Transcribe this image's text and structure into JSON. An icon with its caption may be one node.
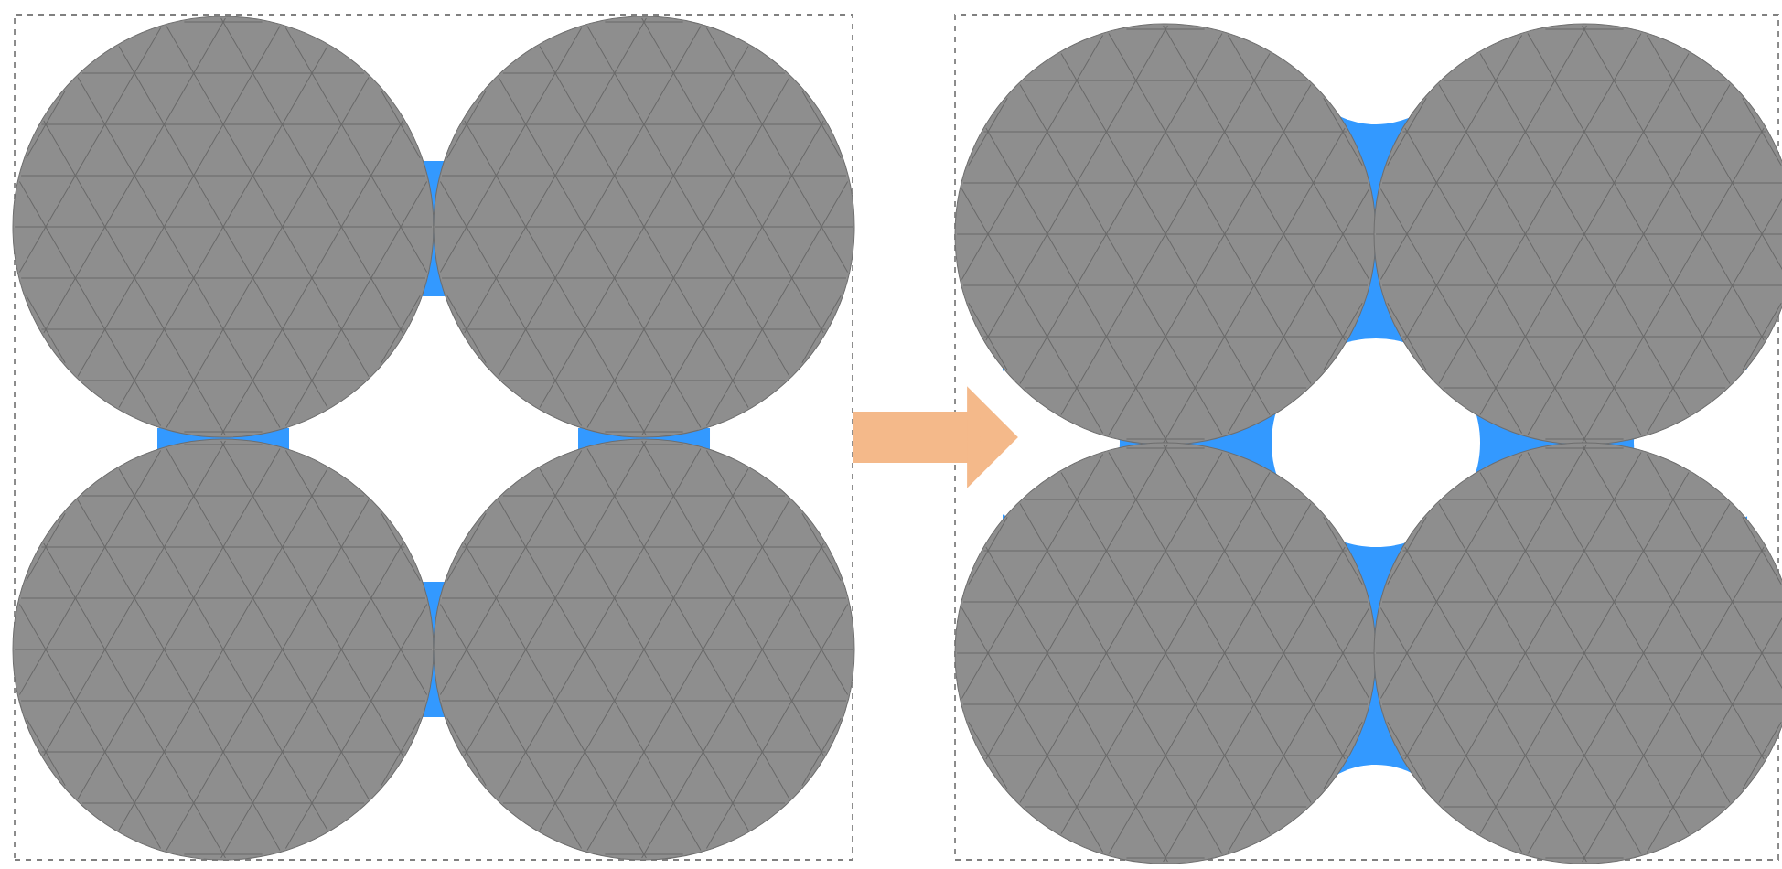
{
  "diagram": {
    "nodes": [
      {
        "text": [],
        "shape": "box"
      },
      {
        "text": [],
        "shape": "circle",
        "in": 0
      },
      {
        "text": [],
        "shape": "circle",
        "in": 0
      },
      {
        "text": [],
        "shape": "circle",
        "in": 0
      },
      {
        "text": [],
        "shape": "circle",
        "in": 0
      },
      {
        "text": [],
        "shape": "box"
      },
      {
        "text": [],
        "shape": "circle",
        "in": 5
      },
      {
        "text": [],
        "shape": "circle",
        "in": 5
      },
      {
        "text": [],
        "shape": "circle",
        "in": 5
      },
      {
        "text": [],
        "shape": "circle",
        "in": 5
      }
    ],
    "edges": [
      {
        "from": 0,
        "to": 5,
        "arrow": "to",
        "color": "#f4b98a"
      }
    ]
  }
}
